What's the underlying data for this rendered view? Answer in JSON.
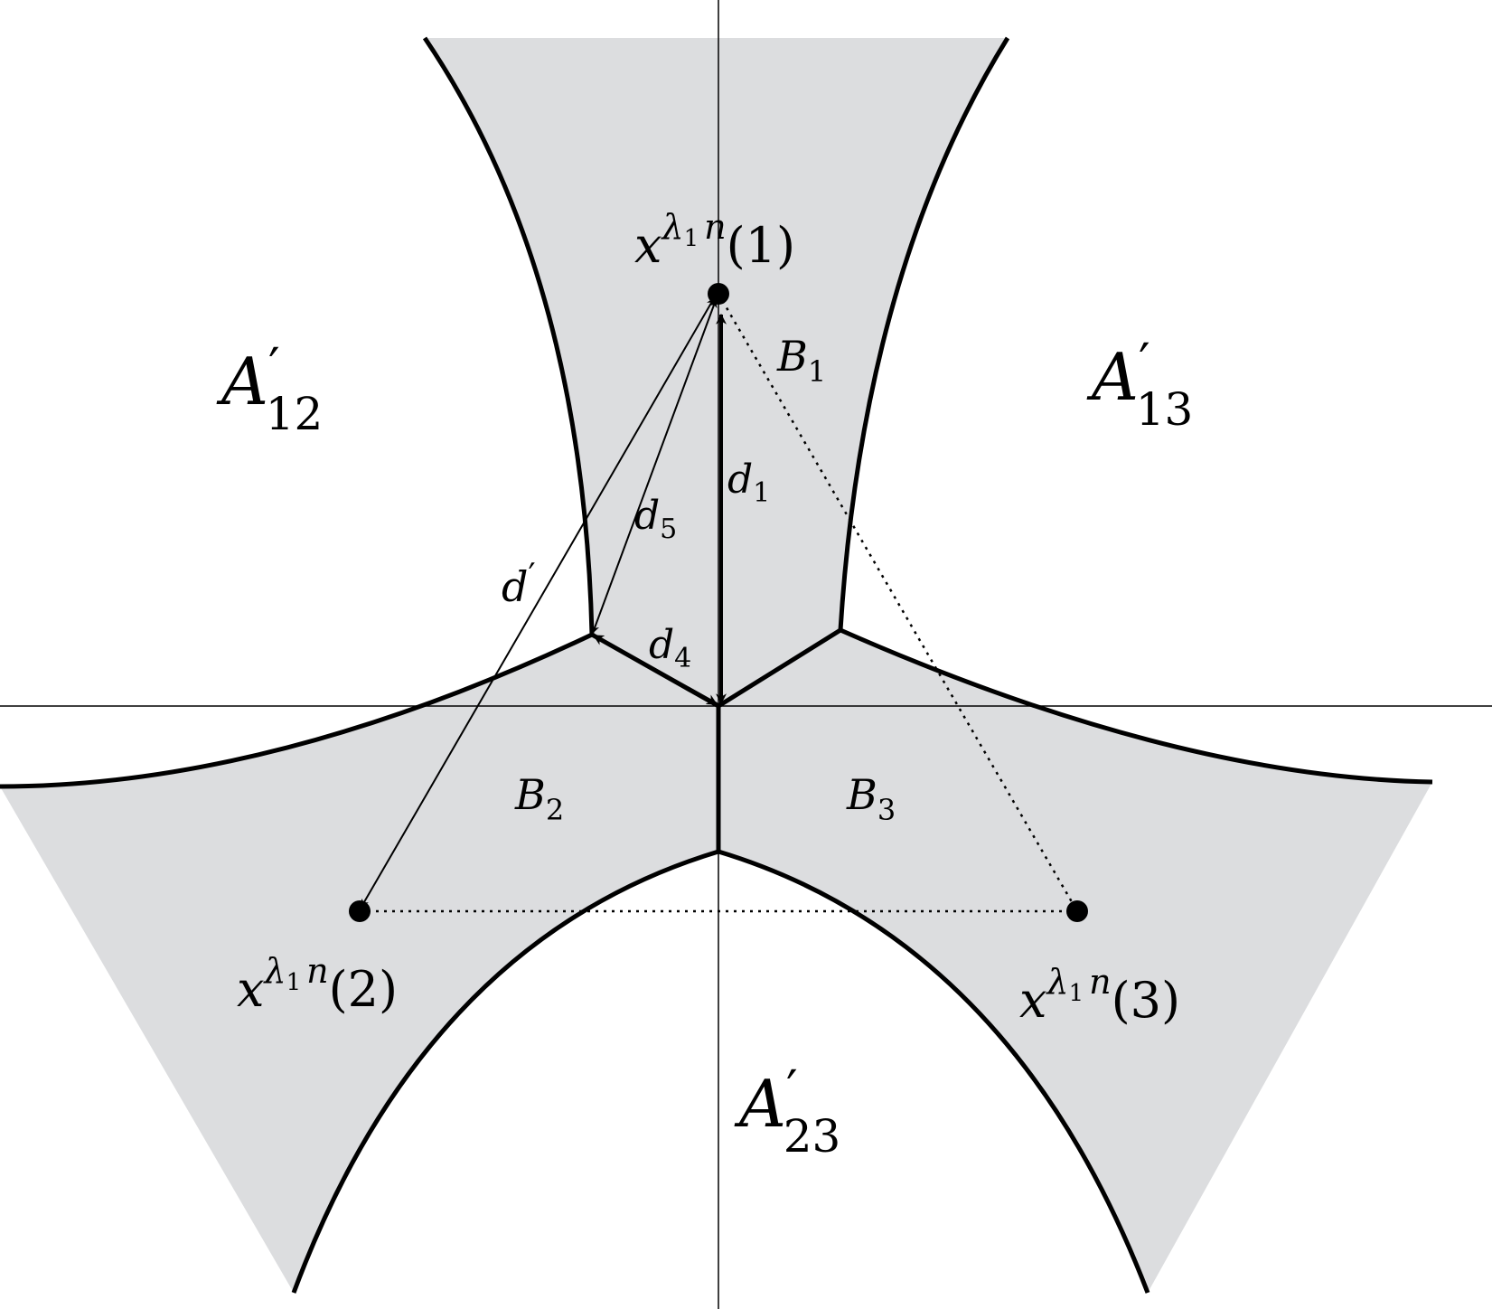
{
  "colors": {
    "shaded_region": "#dcdddf",
    "lines": "#000000",
    "background": "#ffffff"
  },
  "regions": {
    "a12": {
      "base": "A",
      "prime": "′",
      "sub": "12"
    },
    "a13": {
      "base": "A",
      "prime": "′",
      "sub": "13"
    },
    "a23": {
      "base": "A",
      "prime": "′",
      "sub": "23"
    },
    "b1": {
      "base": "B",
      "sub": "1"
    },
    "b2": {
      "base": "B",
      "sub": "2"
    },
    "b3": {
      "base": "B",
      "sub": "3"
    }
  },
  "points": {
    "p1": {
      "base": "x",
      "sup_main": "λ",
      "sup_sub": "1",
      "sup_tail": "n",
      "arg": "(1)"
    },
    "p2": {
      "base": "x",
      "sup_main": "λ",
      "sup_sub": "1",
      "sup_tail": "n",
      "arg": "(2)"
    },
    "p3": {
      "base": "x",
      "sup_main": "λ",
      "sup_sub": "1",
      "sup_tail": "n",
      "arg": "(3)"
    }
  },
  "distances": {
    "d1": {
      "base": "d",
      "sub": "1"
    },
    "d4": {
      "base": "d",
      "sub": "4"
    },
    "d5": {
      "base": "d",
      "sub": "5"
    },
    "dprime": {
      "base": "d",
      "prime": "′"
    }
  }
}
